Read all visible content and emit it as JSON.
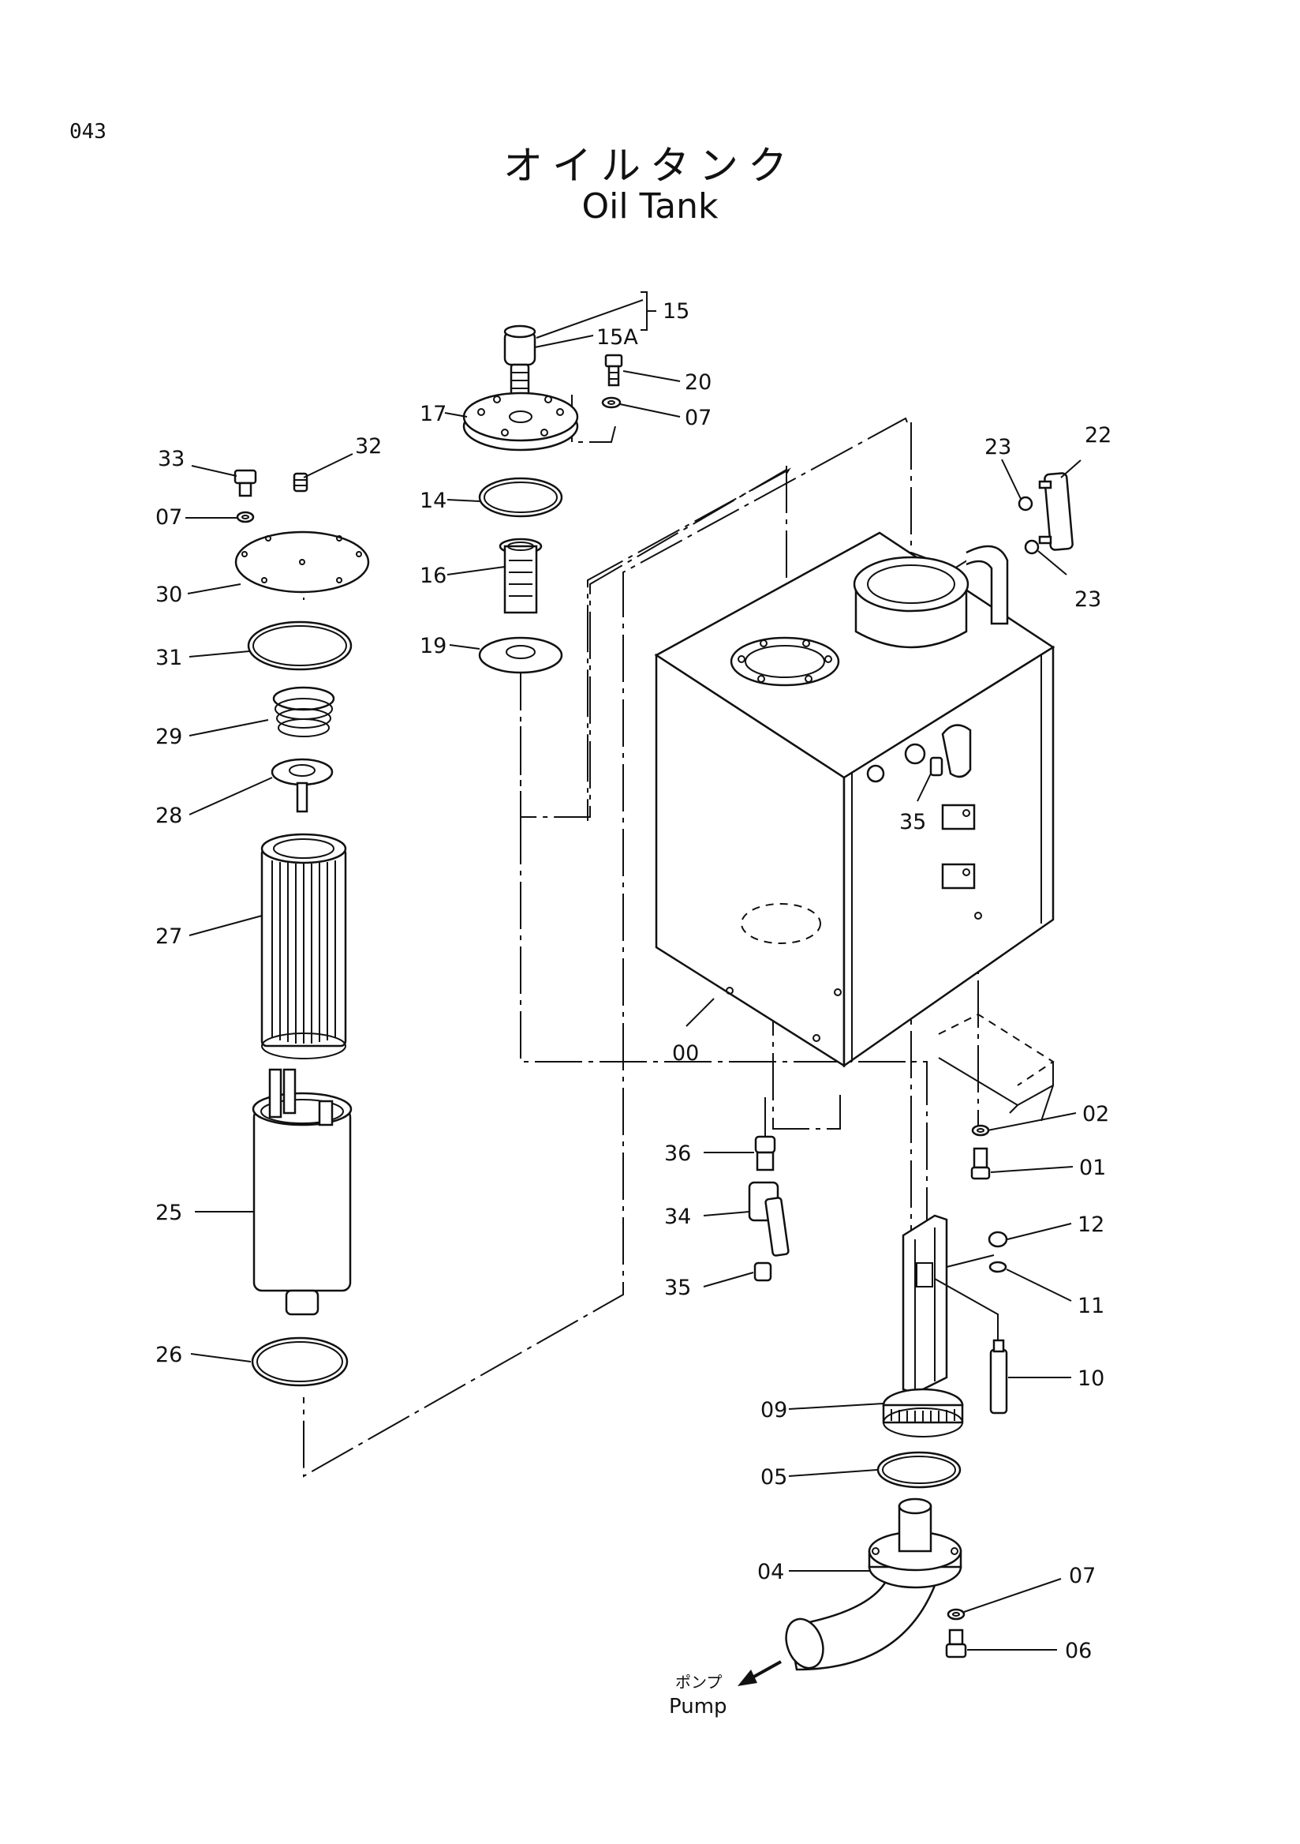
{
  "page_number": "043",
  "title_jp": "オイルタンク",
  "title_en": "Oil Tank",
  "pump_label_jp": "ポンプ",
  "pump_label_en": "Pump",
  "parts": [
    {
      "id": "15",
      "label": "15"
    },
    {
      "id": "15A",
      "label": "15A"
    },
    {
      "id": "20",
      "label": "20"
    },
    {
      "id": "17",
      "label": "17"
    },
    {
      "id": "07a",
      "label": "07"
    },
    {
      "id": "33",
      "label": "33"
    },
    {
      "id": "32",
      "label": "32"
    },
    {
      "id": "07b",
      "label": "07"
    },
    {
      "id": "14",
      "label": "14"
    },
    {
      "id": "30",
      "label": "30"
    },
    {
      "id": "16",
      "label": "16"
    },
    {
      "id": "31",
      "label": "31"
    },
    {
      "id": "19",
      "label": "19"
    },
    {
      "id": "29",
      "label": "29"
    },
    {
      "id": "28",
      "label": "28"
    },
    {
      "id": "27",
      "label": "27"
    },
    {
      "id": "25",
      "label": "25"
    },
    {
      "id": "26",
      "label": "26"
    },
    {
      "id": "23a",
      "label": "23"
    },
    {
      "id": "22",
      "label": "22"
    },
    {
      "id": "23b",
      "label": "23"
    },
    {
      "id": "35a",
      "label": "35"
    },
    {
      "id": "00",
      "label": "00"
    },
    {
      "id": "02",
      "label": "02"
    },
    {
      "id": "01",
      "label": "01"
    },
    {
      "id": "36",
      "label": "36"
    },
    {
      "id": "34",
      "label": "34"
    },
    {
      "id": "35b",
      "label": "35"
    },
    {
      "id": "12",
      "label": "12"
    },
    {
      "id": "11",
      "label": "11"
    },
    {
      "id": "10",
      "label": "10"
    },
    {
      "id": "09",
      "label": "09"
    },
    {
      "id": "05",
      "label": "05"
    },
    {
      "id": "04",
      "label": "04"
    },
    {
      "id": "07c",
      "label": "07"
    },
    {
      "id": "06",
      "label": "06"
    }
  ]
}
